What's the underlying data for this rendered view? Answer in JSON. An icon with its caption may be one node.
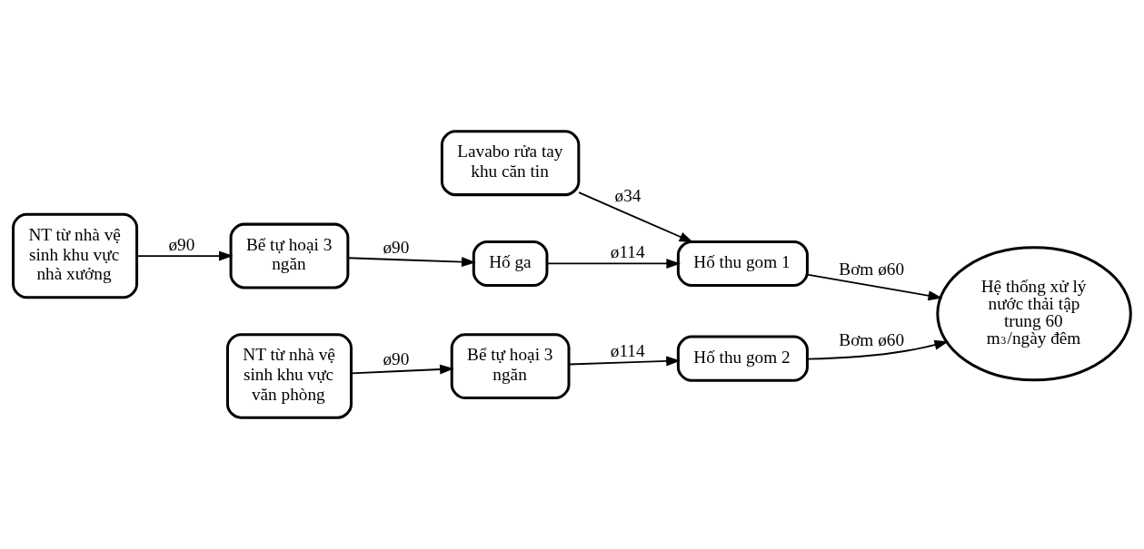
{
  "diagram": {
    "nodes": [
      {
        "text": [
          "NT từ nhà vệ sinh khu vực nhà xưởng"
        ]
      },
      {
        "text": [
          "Bể tự hoại 3 ngăn"
        ]
      },
      {
        "text": [
          "Hố ga"
        ]
      },
      {
        "text": [
          "Lavabo rửa tay khu căn tin"
        ]
      },
      {
        "text": [
          "NT từ nhà vệ sinh khu vực văn phòng"
        ]
      },
      {
        "text": [
          "Bể tự hoại 3 ngăn"
        ]
      },
      {
        "text": [
          "Hố thu gom 1"
        ]
      },
      {
        "text": [
          "Hố thu gom 2"
        ]
      },
      {
        "text": [
          "Hệ thống xử lý nước thải tập trung 60 m$^{3}$/ngày đêm"
        ]
      }
    ],
    "edges": [
      {
        "from": 0,
        "to": 1,
        "arrow": "to",
        "label": "ø90"
      },
      {
        "from": 1,
        "to": 2,
        "arrow": "to",
        "label": "ø90"
      },
      {
        "from": 2,
        "to": 6,
        "arrow": "to",
        "label": "ø114"
      },
      {
        "from": 3,
        "to": 6,
        "arrow": "to",
        "label": "ø34"
      },
      {
        "from": 4,
        "to": 5,
        "arrow": "to",
        "label": "ø90"
      },
      {
        "from": 5,
        "to": 7,
        "arrow": "to",
        "label": "ø114"
      },
      {
        "from": 6,
        "to": 8,
        "arrow": "to",
        "label": "Bơm ø60"
      },
      {
        "from": 7,
        "to": 8,
        "arrow": "to",
        "label": "Bơm ø60"
      }
    ]
  }
}
